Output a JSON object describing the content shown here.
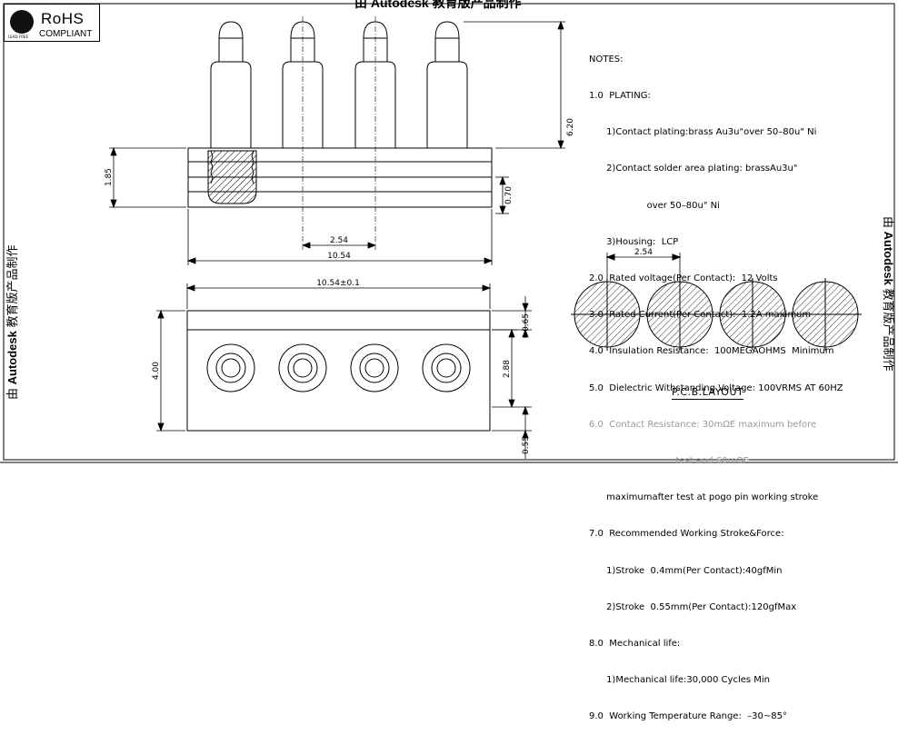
{
  "watermark": {
    "top": "由 Autodesk 教育版产品制作",
    "left_prefix": "由 ",
    "brand": "Autodesk",
    "left_suffix": " 教育版产品制作"
  },
  "rohs": {
    "title": "RoHS",
    "subtitle": "COMPLIANT",
    "logo_text": "LEAD FREE"
  },
  "dimensions": {
    "height_total": "6.20",
    "base_height": "1.85",
    "lower_offset": "0.70",
    "pitch": "2.54",
    "length": "10.54",
    "length_tol": "10.54±0.1",
    "width": "4.00",
    "top_offset": "0.65",
    "hole_row": "2.88",
    "bottom_offset": "0.55",
    "pcb_pitch": "2.54"
  },
  "notes": [
    "NOTES:",
    "1.0  PLATING:",
    "      1)Contact plating:brass Au3u\"over 50–80u\" Ni",
    "      2)Contact solder area plating: brassAu3u\"",
    "                    over 50–80u\" Ni",
    "      3)Housing:  LCP",
    "2.0  Rated voltage(Per Contact):  12 Volts",
    "3.0  Rated Current(Per Contact):  1.2A maximum",
    "4.0  Insulation Resistance:  100MEGAOHMS  Minimum",
    "5.0  Dielectric Withstanding Voltage: 100VRMS AT 60HZ",
    "6.0  Contact Resistance: 30mΩE maximum before",
    "                              test and 60mΩE",
    "      maximumafter test at pogo pin working stroke",
    "7.0  Recommended Working Stroke&Force:",
    "      1)Stroke  0.4mm(Per Contact):40gfMin",
    "      2)Stroke  0.55mm(Per Contact):120gfMax",
    "8.0  Mechanical life:",
    "      1)Mechanical life:30,000 Cycles Min",
    "9.0  Working Temperature Range:  –30~85°"
  ],
  "pcb_layout_label": "P.C.B.LAYOUT"
}
